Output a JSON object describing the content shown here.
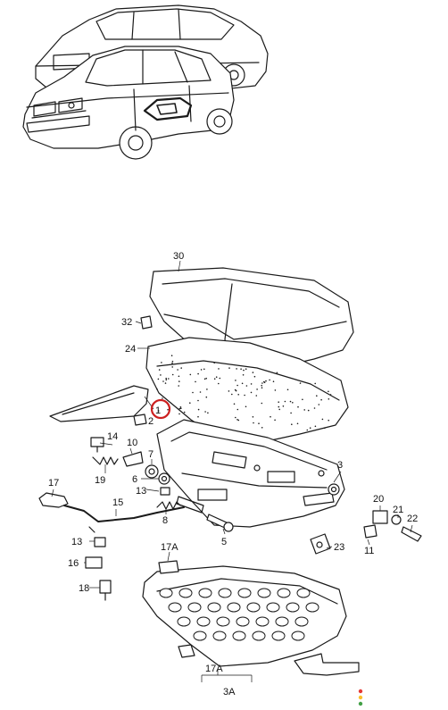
{
  "callouts": {
    "c30": "30",
    "c32": "32",
    "c24": "24",
    "c1": "1",
    "c2": "2",
    "c14": "14",
    "c10": "10",
    "c19": "19",
    "c7": "7",
    "c13a": "13",
    "c6": "6",
    "c17": "17",
    "c15": "15",
    "c8": "8",
    "c3": "3",
    "c20": "20",
    "c21": "21",
    "c22": "22",
    "c5": "5",
    "c23": "23",
    "c11": "11",
    "c13b": "13",
    "c16": "16",
    "c17A_top": "17A",
    "c18": "18",
    "c17A_bottom": "17A",
    "c3A": "3A"
  },
  "highlight_color": "#cc1f1f",
  "status_dots": [
    "#e53935",
    "#fbc02d",
    "#43a047"
  ]
}
